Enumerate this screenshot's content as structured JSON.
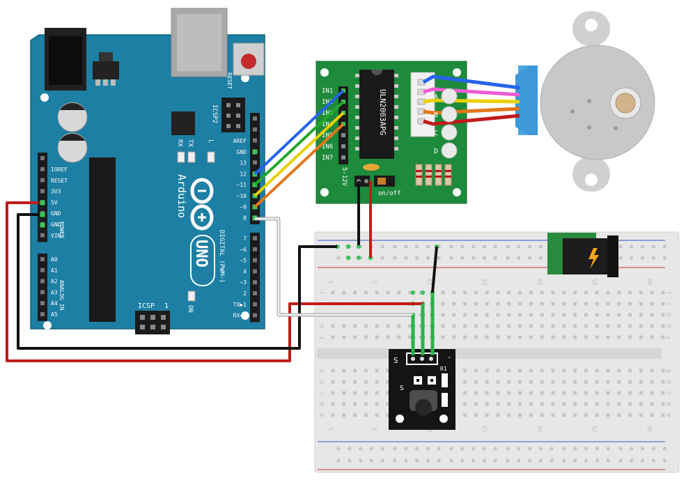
{
  "arduino": {
    "model": "UNO",
    "brand": "Arduino",
    "reset_label": "RESET",
    "icsp2_label": "ICSP2",
    "icsp_label": "ICSP",
    "icsp_pin1": "1",
    "tx_label": "TX",
    "rx_label": "RX",
    "l_label": "L",
    "on_label": "ON",
    "digital_label": "DIGITAL (PWM~)",
    "power_label": "POWER",
    "analog_label": "ANALOG IN",
    "header_top": [
      "AREF",
      "GND",
      "13",
      "12",
      "~11",
      "~10",
      "~9",
      "8"
    ],
    "header_bottom": [
      "7",
      "~6",
      "~5",
      "4",
      "~3",
      "2",
      "TX▶1",
      "RX◀0"
    ],
    "power_pins": [
      "IOREF",
      "RESET",
      "3V3",
      "5V",
      "GND",
      "GND",
      "VIN"
    ],
    "analog_pins": [
      "A0",
      "A1",
      "A2",
      "A3",
      "A4",
      "A5"
    ]
  },
  "driver": {
    "chip_label": "ULN2003APG",
    "inputs": [
      "IN1",
      "IN2",
      "IN3",
      "IN4",
      "IN5",
      "IN6",
      "IN7"
    ],
    "leds": [
      "A",
      "B",
      "C",
      "D"
    ],
    "voltage_label": "5-12V",
    "switch_label": "on/off"
  },
  "breadboard": {
    "col_numbers": [
      "1",
      "5",
      "10",
      "15",
      "20",
      "25",
      "30"
    ],
    "rows_top": [
      "J",
      "I",
      "H",
      "G",
      "F"
    ],
    "rows_bottom": [
      "E",
      "D",
      "C",
      "B",
      "A"
    ]
  },
  "ir_module": {
    "pin_label": "S",
    "minus_label": "-",
    "r1_label": "R1"
  },
  "colors": {
    "arduino_board": "#1d7fa3",
    "driver_board": "#1e8a3b",
    "wire_red": "#c21a1a",
    "wire_black": "#111111",
    "wire_blue": "#2563eb",
    "wire_green": "#22a82a",
    "wire_yellow": "#e8d000",
    "wire_orange": "#e2761a",
    "wire_pink": "#ef5bd2"
  }
}
